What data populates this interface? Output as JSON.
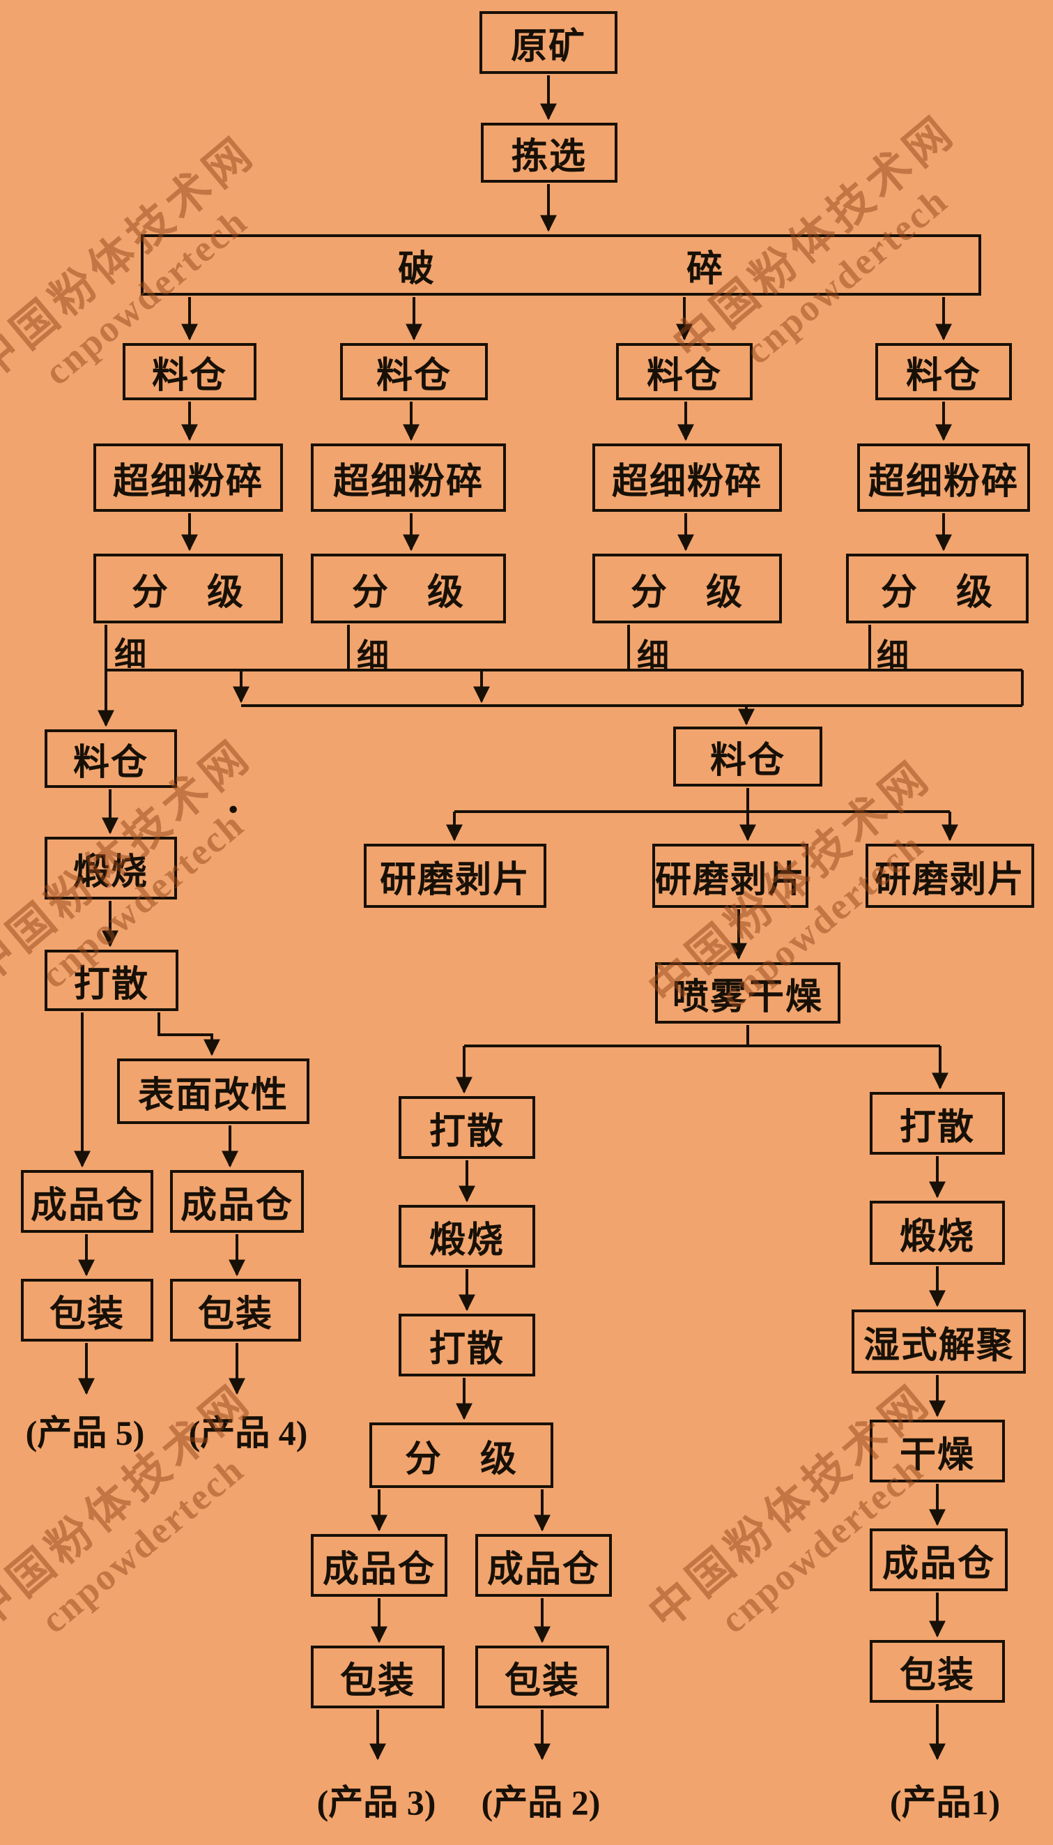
{
  "diagram": {
    "watermark": {
      "zh": "中国粉体技术网",
      "en": "cnpowdertech"
    },
    "colors": {
      "background": "#f1a46d",
      "ink": "#171007",
      "watermark": "rgba(150,70,25,0.5)"
    },
    "labels": {
      "raw_ore": "原矿",
      "sorting": "拣选",
      "crush_left": "破",
      "crush_right": "碎",
      "bin": "料仓",
      "ultrafine_mill": "超细粉碎",
      "classify": "分　级",
      "fine": "细",
      "calcine": "煅烧",
      "disperse": "打散",
      "surface_modify": "表面改性",
      "product_bin": "成品仓",
      "pack": "包装",
      "grind_flake": "研磨剥片",
      "spray_dry": "喷雾干燥",
      "wet_depolymerize": "湿式解聚",
      "dry": "干燥",
      "stray_mark": "·",
      "product_5": "(产品 5)",
      "product_4": "(产品 4)",
      "product_3": "(产品 3)",
      "product_2": "(产品 2)",
      "product_1": "(产品1)"
    },
    "edges": [
      "原矿→拣选",
      "拣选→破碎",
      "破碎→料仓(×4)",
      "料仓→超细粉碎(×4)",
      "超细粉碎→分级(×4)",
      "分级—细→料仓(左)",
      "分级—细→料仓(右)",
      "料仓(左)→煅烧→打散",
      "打散→成品仓→包装→(产品 5)",
      "打散→表面改性→成品仓→包装→(产品 4)",
      "料仓(右)→研磨剥片(×3)",
      "研磨剥片(中)→喷雾干燥",
      "喷雾干燥→打散→煅烧→打散→分级",
      "分级→成品仓→包装→(产品 3)",
      "分级→成品仓→包装→(产品 2)",
      "喷雾干燥→打散→煅烧→湿式解聚→干燥→成品仓→包装→(产品1)"
    ]
  }
}
